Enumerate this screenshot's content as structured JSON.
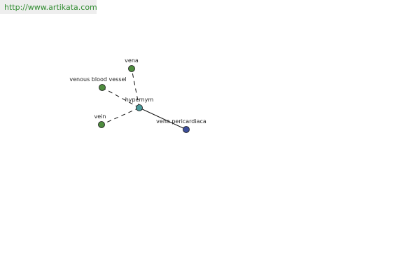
{
  "banner": {
    "url": "http://www.artikata.com",
    "background": "#eeeeee",
    "text_color": "#2e8b2e"
  },
  "graph": {
    "center": {
      "label": "hypernym",
      "color": "#4a9a9a"
    },
    "nodes": [
      {
        "label": "vena",
        "color": "#4e8c3e",
        "edge": "dashed"
      },
      {
        "label": "venous blood vessel",
        "color": "#4e8c3e",
        "edge": "dashed"
      },
      {
        "label": "vein",
        "color": "#4e8c3e",
        "edge": "dashed"
      },
      {
        "label": "vena pericardiaca",
        "color": "#3c4e9a",
        "edge": "solid"
      }
    ]
  }
}
